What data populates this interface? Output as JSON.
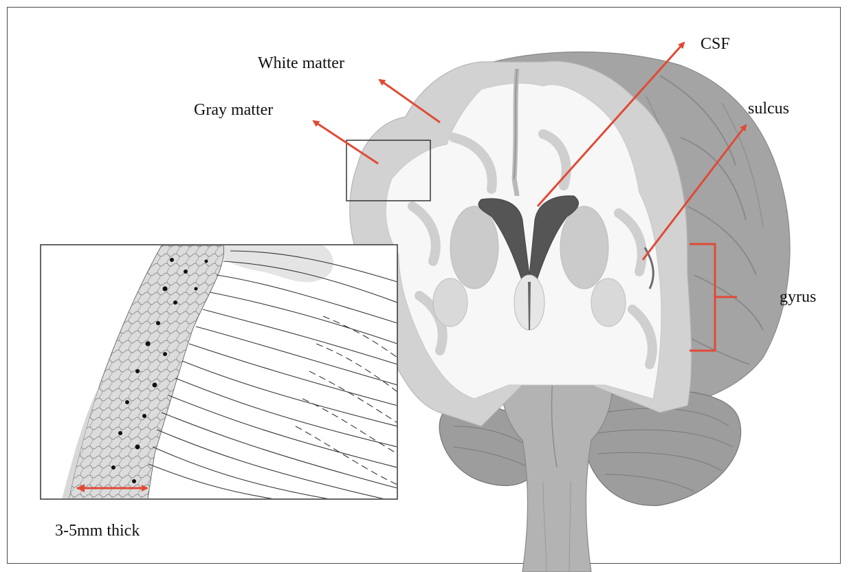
{
  "labels": {
    "white_matter": "White matter",
    "gray_matter": "Gray matter",
    "csf": "CSF",
    "sulcus": "sulcus",
    "gyrus": "gyrus",
    "thickness": "3-5mm thick"
  },
  "colors": {
    "arrow": "#e04a35",
    "frame": "#4a4a4a",
    "gray_matter": "#cfcfcf",
    "white_matter": "#f7f7f7",
    "ventricle": "#555555",
    "brain_outer": "#a9a9a9"
  }
}
